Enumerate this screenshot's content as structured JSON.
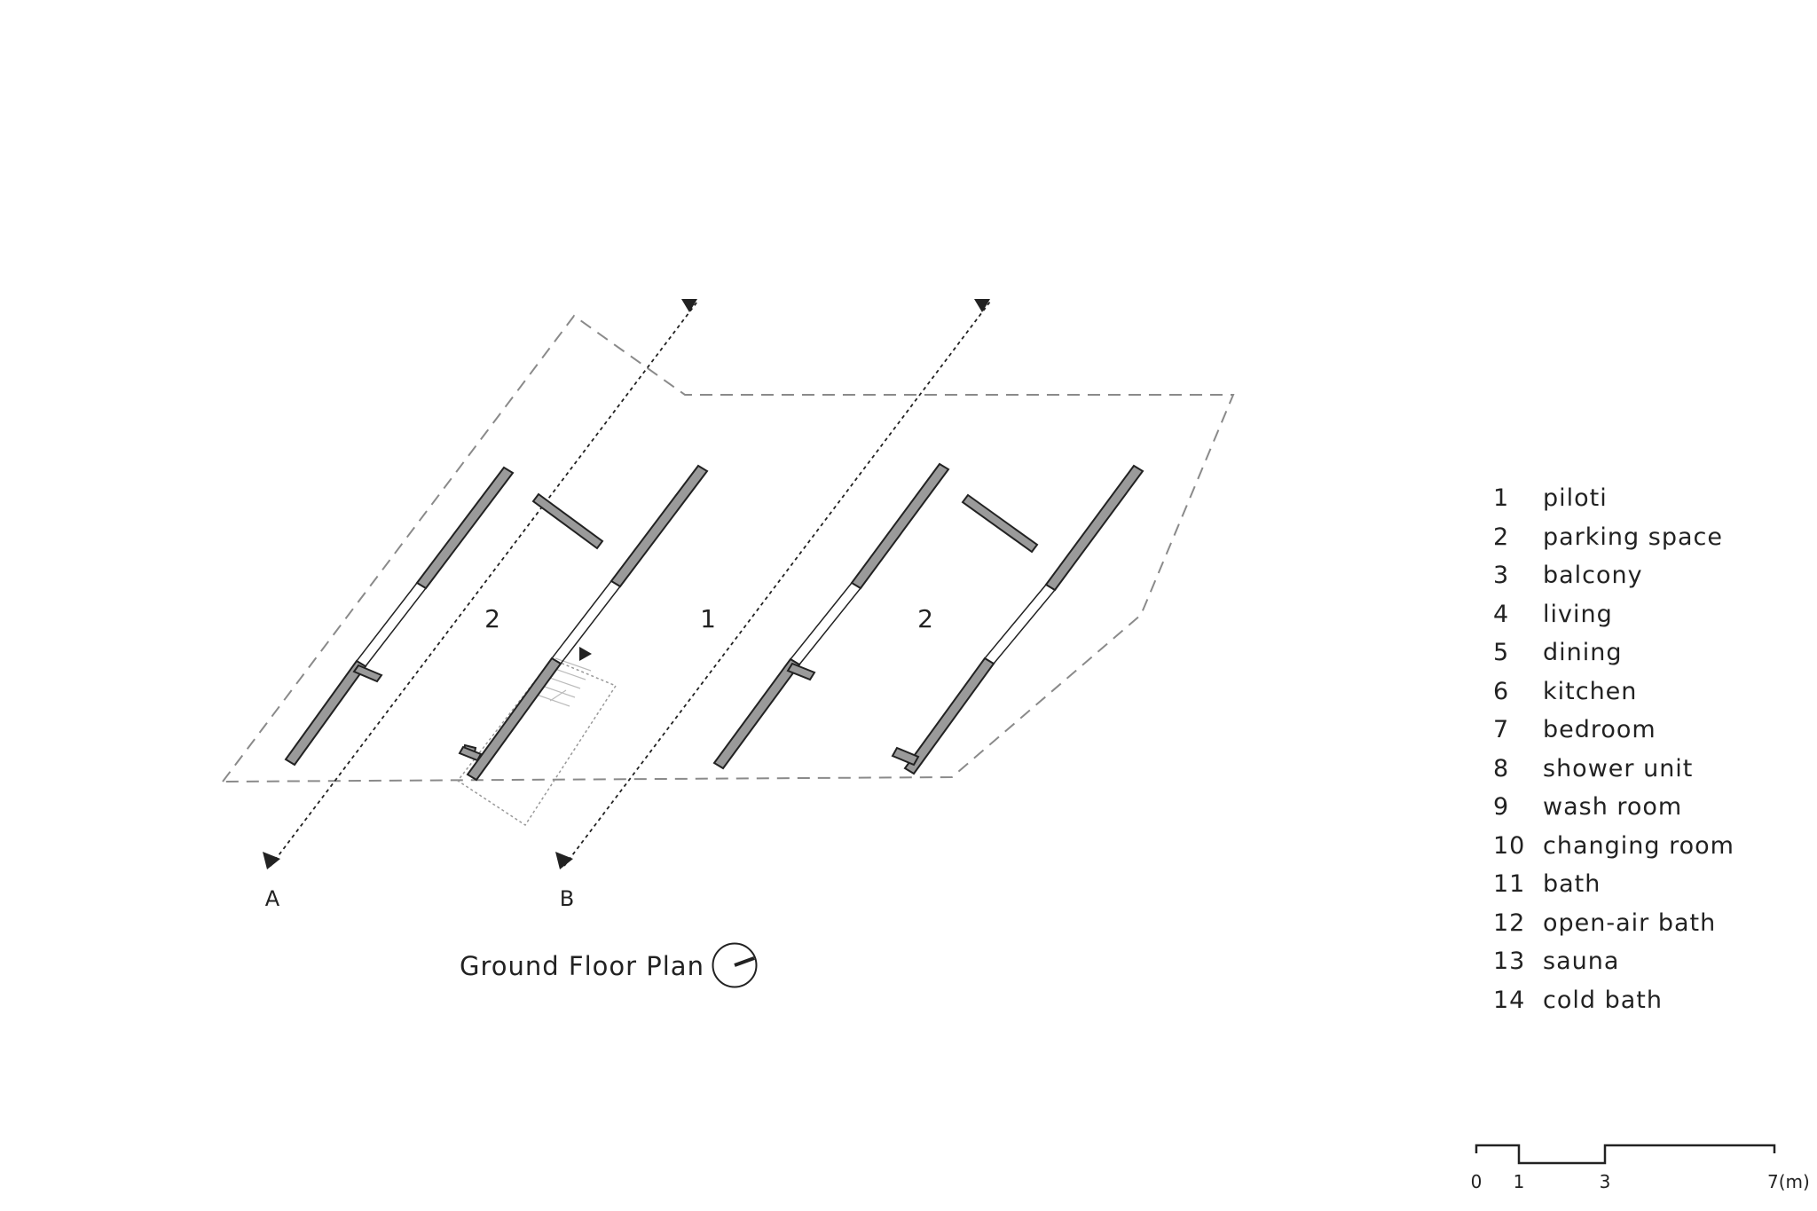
{
  "drawing": {
    "title": "Ground Floor Plan",
    "rooms": [
      "2",
      "1",
      "2"
    ],
    "sections": [
      "A",
      "B"
    ]
  },
  "legend": [
    {
      "num": "1",
      "label": "piloti"
    },
    {
      "num": "2",
      "label": "parking space"
    },
    {
      "num": "3",
      "label": "balcony"
    },
    {
      "num": "4",
      "label": "living"
    },
    {
      "num": "5",
      "label": "dining"
    },
    {
      "num": "6",
      "label": "kitchen"
    },
    {
      "num": "7",
      "label": "bedroom"
    },
    {
      "num": "8",
      "label": "shower unit"
    },
    {
      "num": "9",
      "label": "wash room"
    },
    {
      "num": "10",
      "label": "changing room"
    },
    {
      "num": "11",
      "label": "bath"
    },
    {
      "num": "12",
      "label": "open-air bath"
    },
    {
      "num": "13",
      "label": "sauna"
    },
    {
      "num": "14",
      "label": "cold bath"
    }
  ],
  "scale": {
    "labels": [
      "0",
      "1",
      "3",
      "7(m)"
    ]
  },
  "colors": {
    "wall_fill": "#9a9a9a",
    "line": "#222222",
    "dash": "#8a8a8a"
  }
}
